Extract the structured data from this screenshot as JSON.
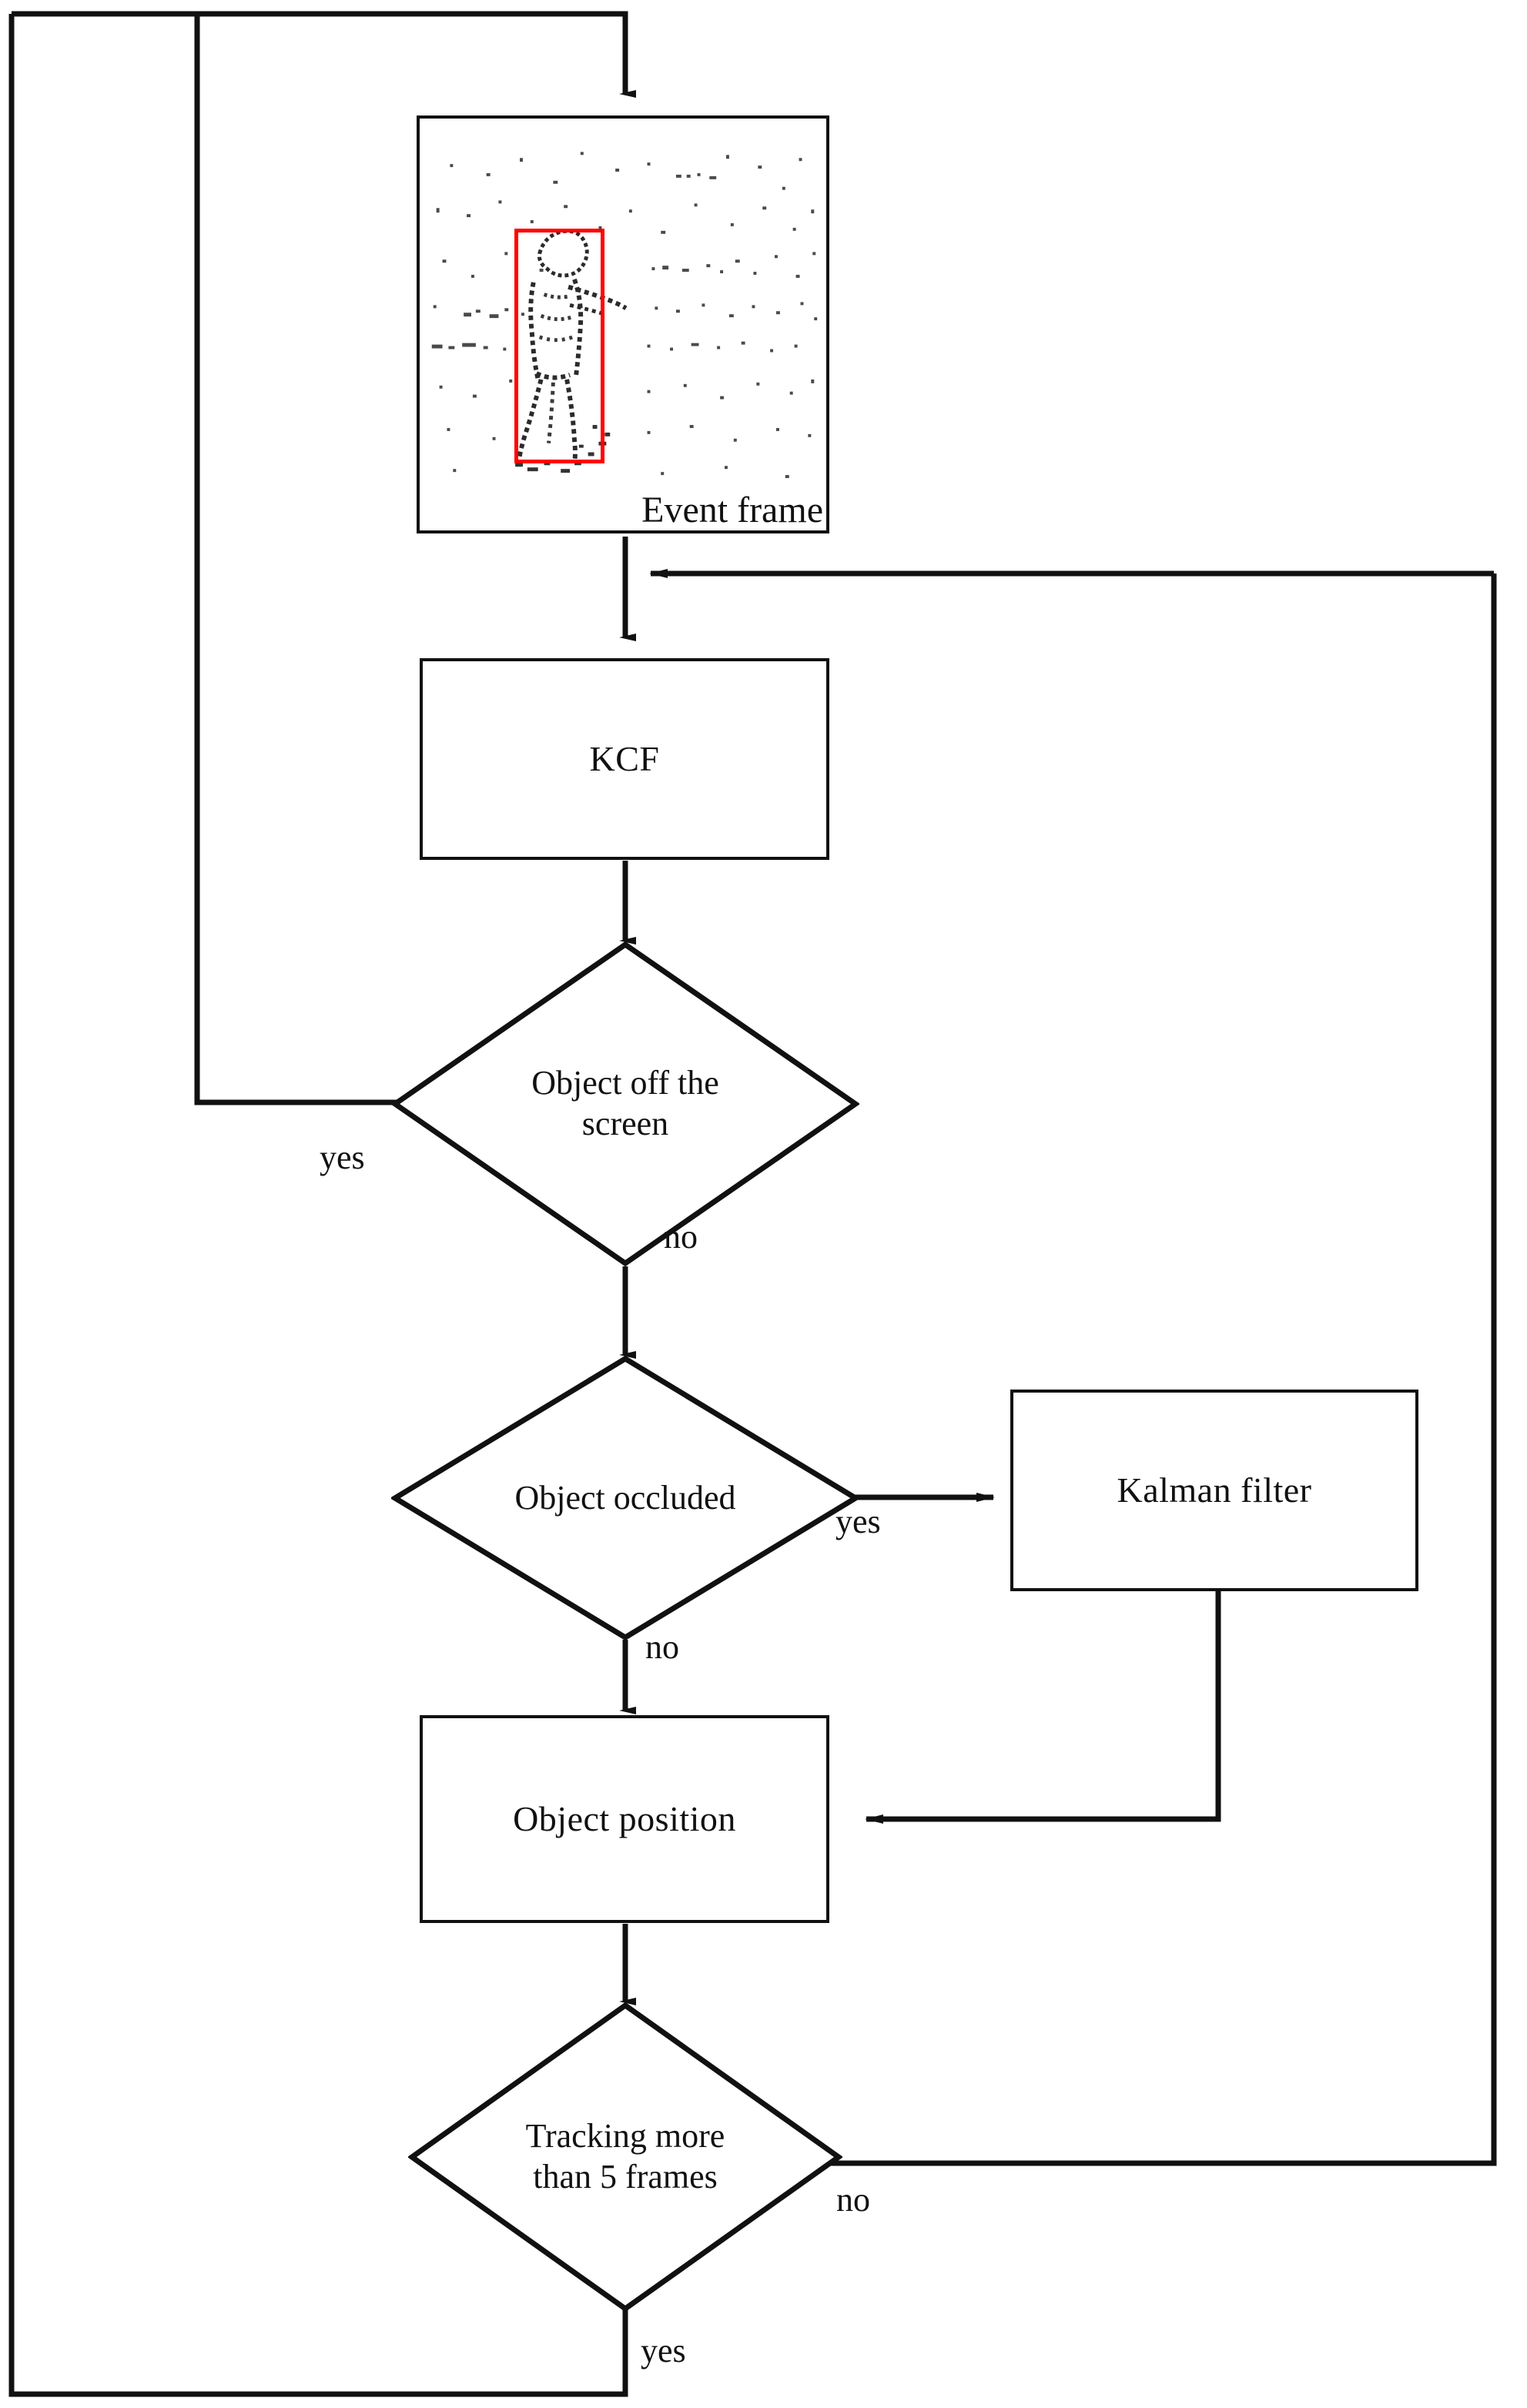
{
  "diagram": {
    "title": "Event-camera object tracking flowchart",
    "orientation": "top-to-bottom",
    "line_color": "#111111",
    "accent_color": "#ff0000",
    "background": "#ffffff"
  },
  "nodes": {
    "event_frame": {
      "type": "image",
      "caption": "Event frame"
    },
    "kcf": {
      "type": "process",
      "label": "KCF"
    },
    "object_off_screen": {
      "type": "decision",
      "line1": "Object off the",
      "line2": "screen"
    },
    "object_occluded": {
      "type": "decision",
      "label": "Object occluded"
    },
    "kalman_filter": {
      "type": "process",
      "label": "Kalman filter"
    },
    "object_position": {
      "type": "process",
      "label": "Object position"
    },
    "tracking_frames": {
      "type": "decision",
      "line1": "Tracking more",
      "line2": "than 5 frames"
    }
  },
  "edge_labels": {
    "off_screen_yes": "yes",
    "off_screen_no": "no",
    "occluded_yes": "yes",
    "occluded_no": "no",
    "tracking_no": "no",
    "tracking_yes": "yes"
  },
  "edges": [
    {
      "from": "loop-top",
      "to": "event_frame",
      "label": ""
    },
    {
      "from": "event_frame",
      "to": "kcf",
      "label": ""
    },
    {
      "from": "kcf",
      "to": "object_off_screen",
      "label": ""
    },
    {
      "from": "object_off_screen",
      "to": "event_frame",
      "label": "yes"
    },
    {
      "from": "object_off_screen",
      "to": "object_occluded",
      "label": "no"
    },
    {
      "from": "object_occluded",
      "to": "kalman_filter",
      "label": "yes"
    },
    {
      "from": "object_occluded",
      "to": "object_position",
      "label": "no"
    },
    {
      "from": "kalman_filter",
      "to": "object_position",
      "label": ""
    },
    {
      "from": "object_position",
      "to": "tracking_frames",
      "label": ""
    },
    {
      "from": "tracking_frames",
      "to": "kcf",
      "label": "no"
    },
    {
      "from": "tracking_frames",
      "to": "event_frame",
      "label": "yes"
    }
  ]
}
